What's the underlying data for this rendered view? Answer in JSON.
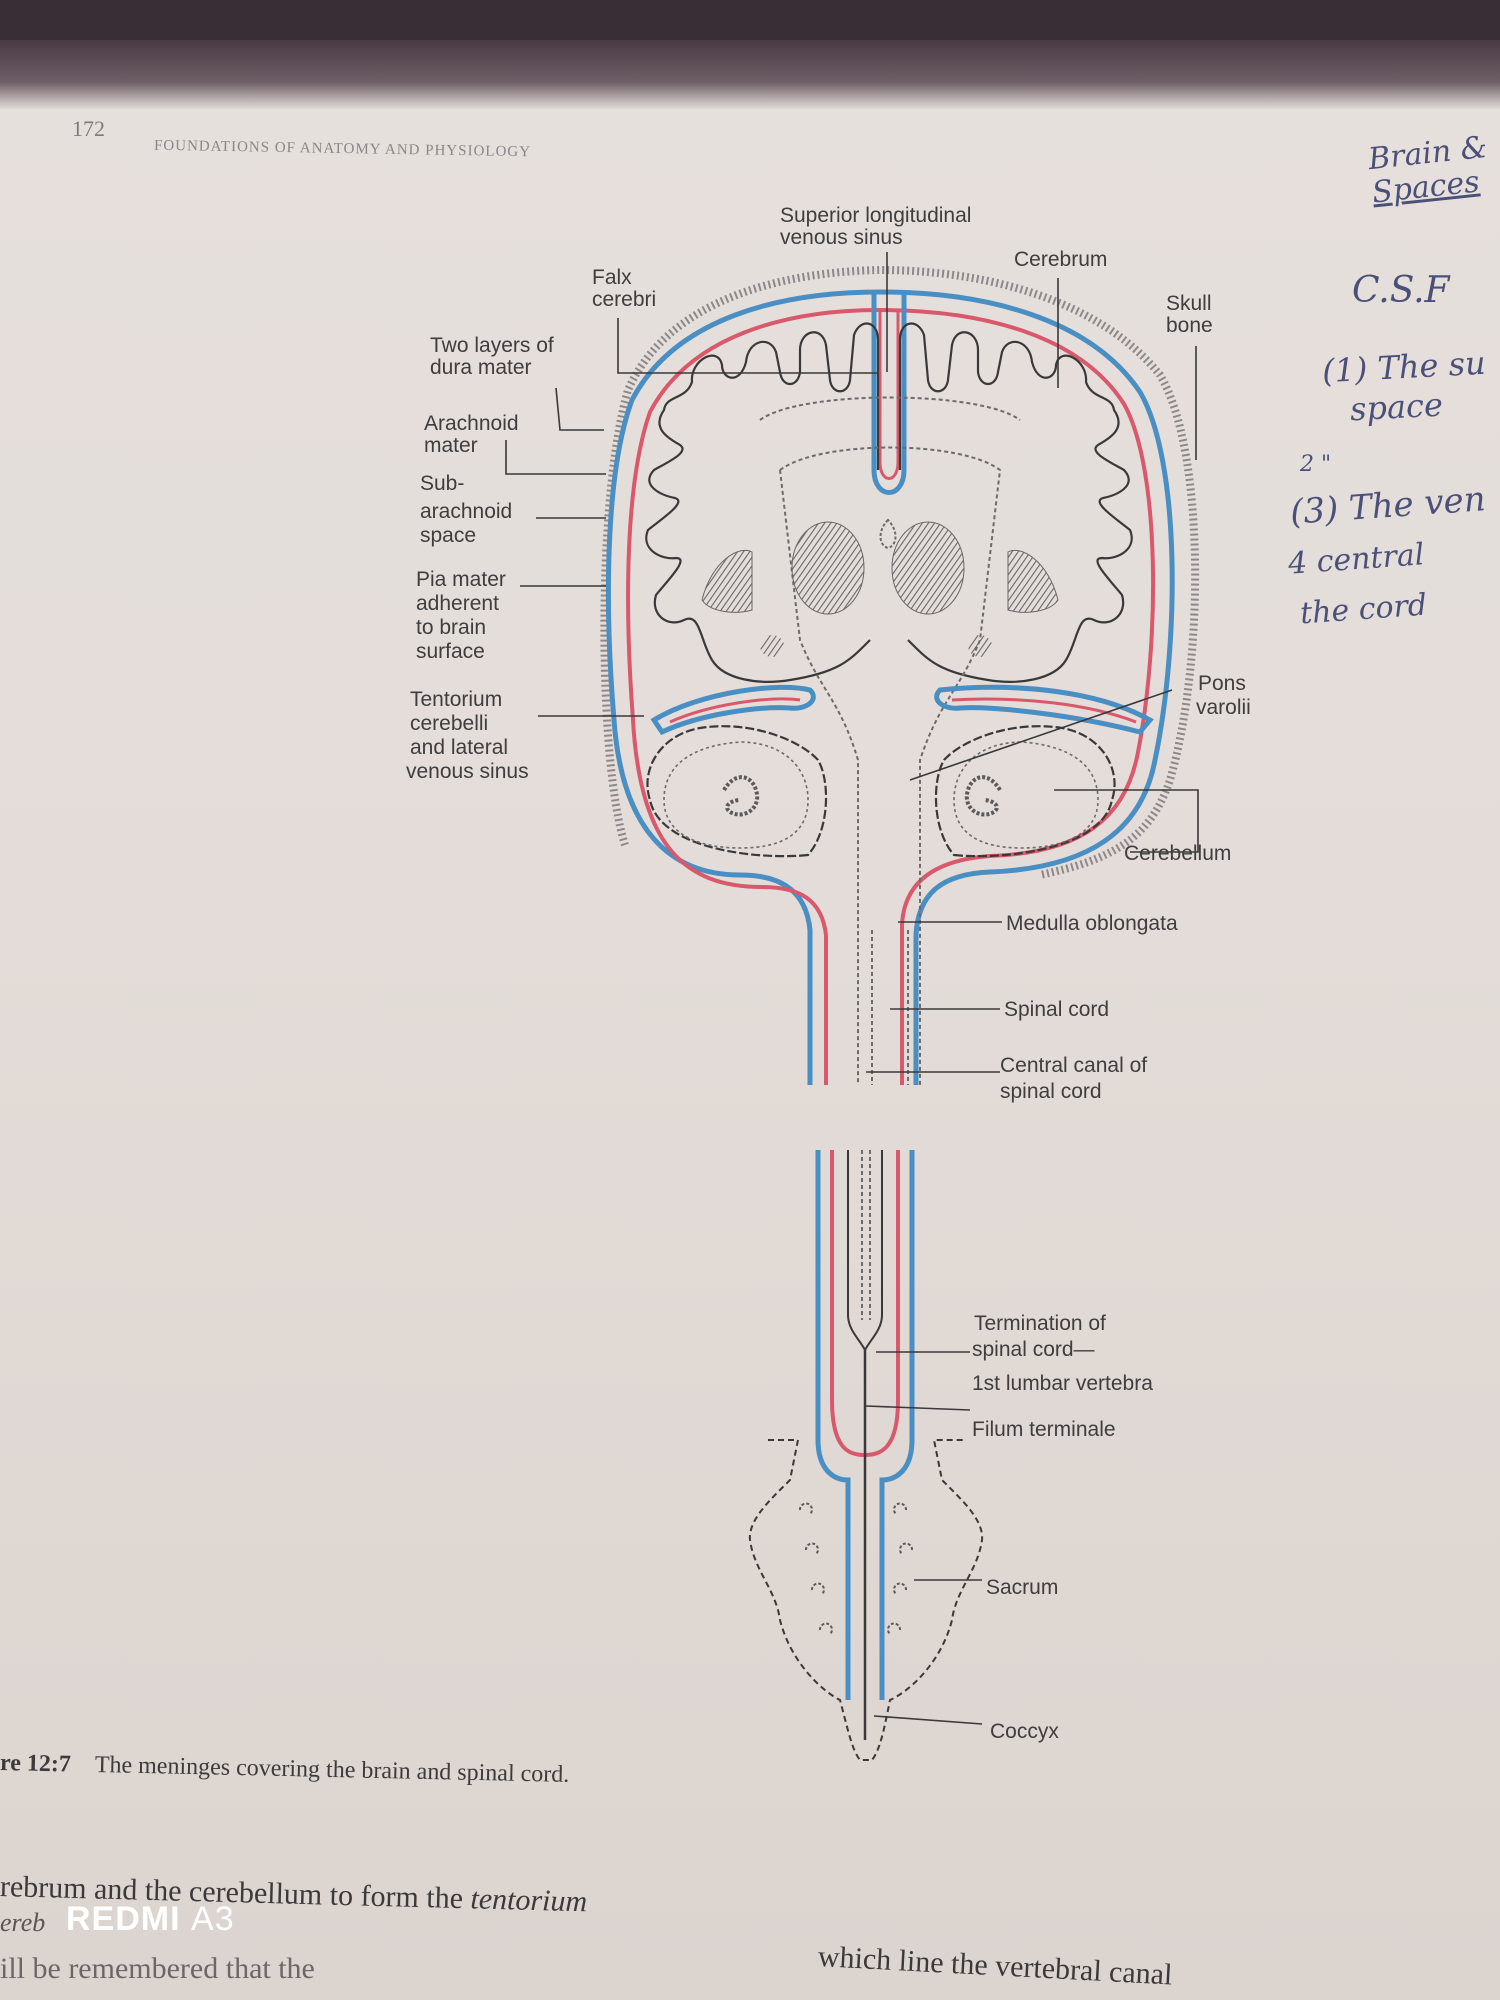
{
  "header": {
    "page_number": "172",
    "book_title": "FOUNDATIONS OF ANATOMY AND PHYSIOLOGY"
  },
  "margin_notes": [
    "Brain &",
    "Spaces",
    "C.S.F",
    "(1) The su",
    "space",
    "2 \"",
    "(3) The ven",
    "4 central",
    "the cord"
  ],
  "diagram": {
    "labels": {
      "superior_sinus": [
        "Superior longitudinal",
        "venous sinus"
      ],
      "falx": [
        "Falx",
        "cerebri"
      ],
      "cerebrum": "Cerebrum",
      "skull": [
        "Skull",
        "bone"
      ],
      "dura": [
        "Two layers of",
        "dura mater"
      ],
      "arachnoid": [
        "Arachnoid",
        "mater"
      ],
      "subarachnoid": [
        "Sub-",
        "arachnoid",
        "space"
      ],
      "pia": [
        "Pia mater",
        "adherent",
        "to brain",
        "surface"
      ],
      "tentorium": [
        "Tentorium",
        "cerebelli",
        "and lateral",
        "venous sinus"
      ],
      "pons": [
        "Pons",
        "varolii"
      ],
      "cerebellum": "Cerebellum",
      "medulla": "Medulla oblongata",
      "spinal_cord": "Spinal cord",
      "central_canal": [
        "Central canal of",
        "spinal cord"
      ],
      "termination": [
        "Termination of",
        "spinal cord—",
        "1st lumbar vertebra"
      ],
      "filum": "Filum terminale",
      "sacrum": "Sacrum",
      "coccyx": "Coccyx"
    },
    "colors": {
      "dura": "#4a8fc4",
      "arachnoid": "#d9586c",
      "ink": "#3a3839"
    }
  },
  "caption": {
    "figure_number": "re 12:7",
    "text": "The meninges covering the brain and spinal cord."
  },
  "body_text": {
    "line1": "rebrum and the cerebellum to form the ",
    "line1_italic": "tentorium",
    "line2_start": "ereb",
    "line3": "ill be remembered that the",
    "right_line": "which line the vertebral canal"
  },
  "watermark": {
    "brand": "REDMI",
    "model": "A3"
  }
}
